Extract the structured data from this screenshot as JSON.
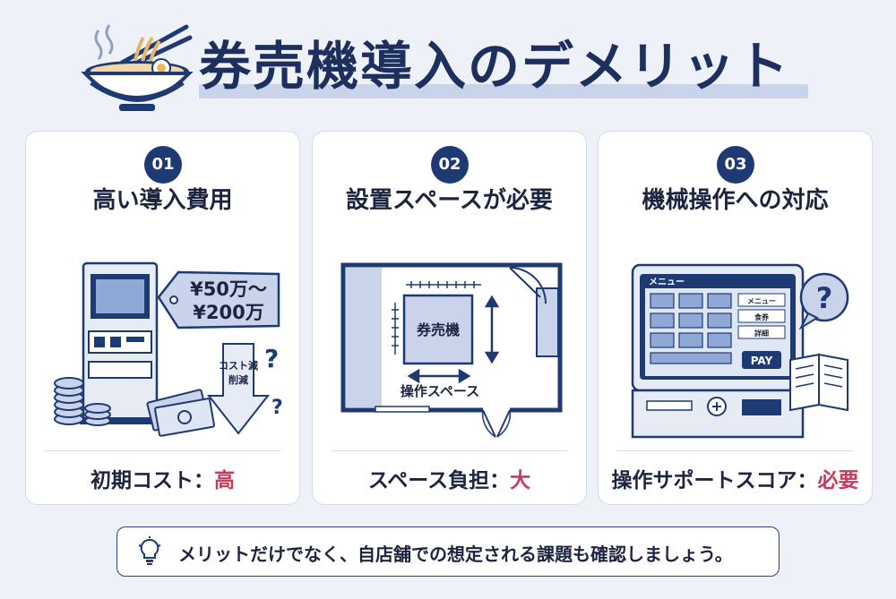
{
  "header": {
    "title": "券売機導入のデメリット"
  },
  "cards": [
    {
      "number": "01",
      "title": "高い導入費用",
      "price_tag_line1": "¥50万～",
      "price_tag_line2": "¥200万",
      "arrow_label_line1": "コスト減",
      "arrow_label_line2": "削減",
      "footer_label": "初期コスト：",
      "footer_value": "高"
    },
    {
      "number": "02",
      "title": "設置スペースが必要",
      "machine_label": "券売機",
      "space_label": "操作スペース",
      "footer_label": "スペース負担：",
      "footer_value": "大"
    },
    {
      "number": "03",
      "title": "機械操作への対応",
      "screen_title": "メニュー",
      "screen_side_items": [
        "メニュー",
        "食券",
        "詳細"
      ],
      "pay_label": "PAY",
      "footer_label": "操作サポートスコア：",
      "footer_value": "必要"
    }
  ],
  "tip": {
    "text": "メリットだけでなく、自店舗での想定される課題も確認しましょう。"
  },
  "colors": {
    "navy": "#1e3a74",
    "accent_red": "#c83b5b",
    "background": "#eef1f8",
    "light_blue": "#c9d3ea"
  }
}
